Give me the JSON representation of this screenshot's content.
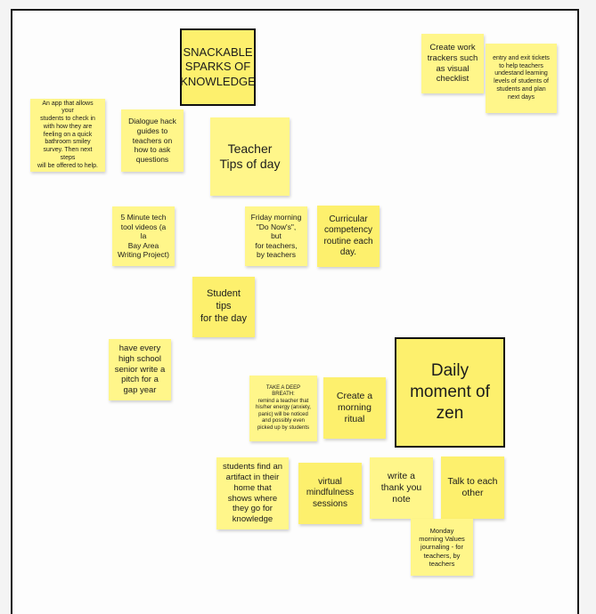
{
  "notes": {
    "snackable": "SNACKABLE\nSPARKS OF\nKNOWLEDGE",
    "work_trackers": "Create work\ntrackers such\nas visual\nchecklist",
    "entry_exit": "entry and exit tickets\nto help teachers\nundestand learning\nlevels of students of\nstudents and plan\nnext days",
    "app_checkin": "An app that allows your\nstudents to check in\nwith how they are\nfeeling on a  quick\nbathroom smiley\nsurvey. Then next steps\nwill be offered to help.",
    "dialogue_hack": "Dialogue hack\nguides to\nteachers on\nhow to ask\nquestions",
    "teacher_tips": "Teacher\nTips of day",
    "tech_videos": "5 Minute tech\ntool videos (a la\nBay Area\nWriting Project)",
    "friday_morning": "Friday morning\n\"Do Now's\", but\nfor teachers,\nby teachers",
    "curricular": "Curricular\ncompetency\nroutine each\nday.",
    "student_tips": "Student tips\nfor the day",
    "gap_year": "have every\nhigh school\nsenior write a\npitch for a\ngap year",
    "deep_breath": "TAKE A DEEP BREATH:\nremind a teacher that\nhis/her energy (anxiety,\npanic) will be noticed\nand possibly even\npicked up by students",
    "morning_ritual": "Create a\nmorning\nritual",
    "daily_zen": "Daily\nmoment of\nzen",
    "artifact": "students find an\nartifact in their\nhome that\nshows where\nthey go for\nknowledge",
    "mindfulness": "virtual\nmindfulness\nsessions",
    "thank_you": "write a\nthank you\nnote",
    "talk_each_other": "Talk to each\nother",
    "monday_values": "Monday\nmorning Values\njournaling - for\nteachers, by\nteachers"
  },
  "colors": {
    "sticky_light": "#fff68a",
    "sticky_dark": "#fdf06d",
    "frame_border": "#111111",
    "board_background": "#fdfdfd"
  }
}
